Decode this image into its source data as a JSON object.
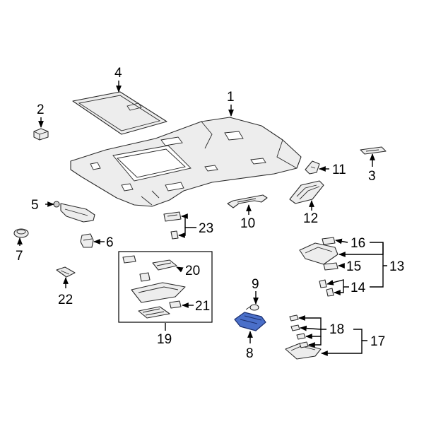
{
  "callouts": {
    "c1": "1",
    "c2": "2",
    "c3": "3",
    "c4": "4",
    "c5": "5",
    "c6": "6",
    "c7": "7",
    "c8": "8",
    "c9": "9",
    "c10": "10",
    "c11": "11",
    "c12": "12",
    "c13": "13",
    "c14": "14",
    "c15": "15",
    "c16": "16",
    "c17": "17",
    "c18": "18",
    "c19": "19",
    "c20": "20",
    "c21": "21",
    "c22": "22",
    "c23": "23"
  },
  "colors": {
    "highlight": "#4a6fc9",
    "line": "#000000",
    "part_fill": "#ededed"
  }
}
